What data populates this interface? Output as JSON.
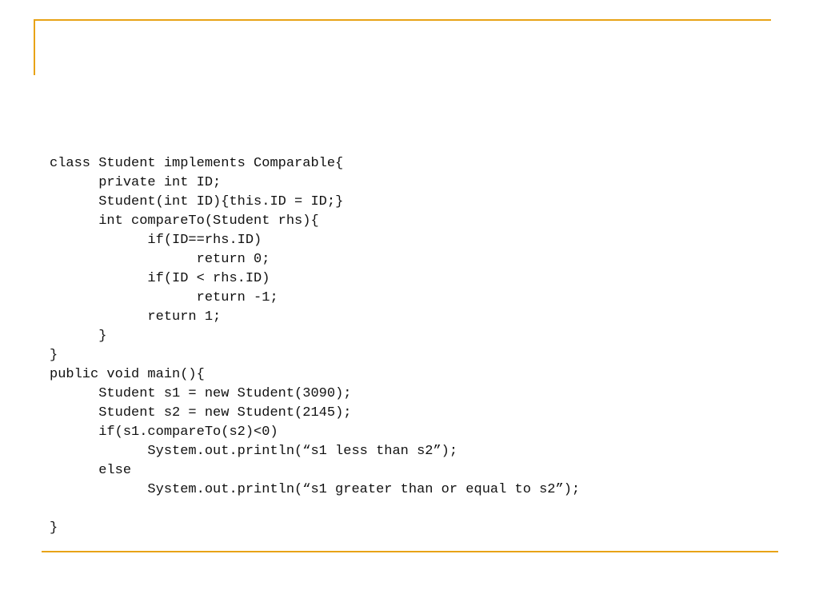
{
  "slide": {
    "accent_color": "#E8A317",
    "code_lines": [
      "class Student implements Comparable{",
      "\tprivate int ID;",
      "\tStudent(int ID){this.ID = ID;}",
      "\tint compareTo(Student rhs){",
      "\t\tif(ID==rhs.ID)",
      "\t\t\treturn 0;",
      "\t\tif(ID < rhs.ID)",
      "\t\t\treturn -1;",
      "\t\treturn 1;",
      "\t}",
      "}",
      "public void main(){",
      "\tStudent s1 = new Student(3090);",
      "\tStudent s2 = new Student(2145);",
      "\tif(s1.compareTo(s2)<0)",
      "\t\tSystem.out.println(“s1 less than s2”);",
      "\telse",
      "\t\tSystem.out.println(“s1 greater than or equal to s2”);",
      "",
      "}"
    ]
  }
}
